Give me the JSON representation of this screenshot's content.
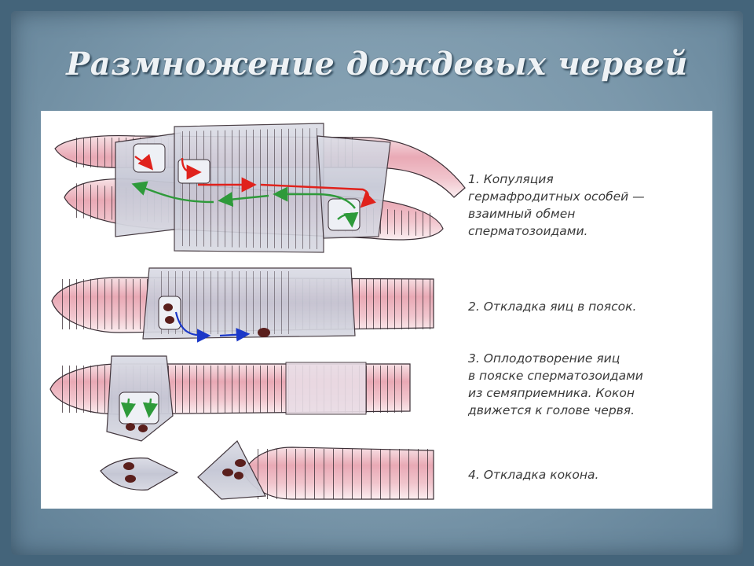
{
  "title": "Размножение дождевых червей",
  "captions": [
    [
      "1. Копуляция",
      "гермафродитных особей —",
      "взаимный обмен",
      "сперматозоидами."
    ],
    [
      "2. Откладка яиц в поясок."
    ],
    [
      "3. Оплодотворение яиц",
      "в пояске сперматозоидами",
      "из семяприемника. Кокон",
      "движется к голове червя."
    ],
    [
      "4. Откладка кокона."
    ]
  ],
  "colors": {
    "frame": "#44647a",
    "slide": "#7b98ab",
    "worm_pink": "#e8b3bd",
    "sleeve": "#c9ccd8",
    "egg": "#5a1f1c",
    "arrow_red": "#e0221c",
    "arrow_green": "#2e9a3a",
    "arrow_blue": "#1b38c8"
  }
}
